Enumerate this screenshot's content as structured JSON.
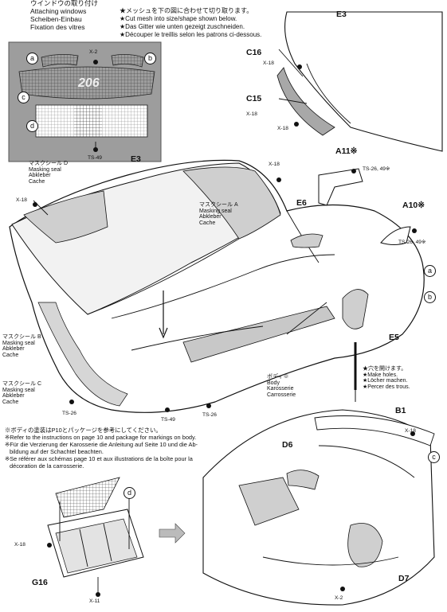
{
  "header": {
    "section_title_jp": "ウインドウの取り付け",
    "section_title_en": "Attaching windows",
    "section_title_de": "Scheiben-Einbau",
    "section_title_fr": "Fixation des vitres",
    "mesh_note_jp": "★メッシュを下の図に合わせて切り取ります。",
    "mesh_note_en": "★Cut mesh into size/shape shown below.",
    "mesh_note_de": "★Das Gitter wie unten gezeigt zuschneiden.",
    "mesh_note_fr": "★Découper le treillis selon les patrons ci-dessous."
  },
  "cutting_template": {
    "labels": [
      "a",
      "b",
      "c",
      "d"
    ],
    "glue": "X-2",
    "paint": "TS-49",
    "emblem_text": "206"
  },
  "body_diagram": {
    "part_e3": "E3",
    "glue_x18": "X-18",
    "mask_d": [
      "マスクシール D",
      "Masking seal",
      "Abkleber",
      "Cache"
    ],
    "mask_a": [
      "マスクシール A",
      "Masking seal",
      "Abkleber",
      "Cache"
    ],
    "mask_b": [
      "マスクシール B",
      "Masking seal",
      "Abkleber",
      "Cache"
    ],
    "mask_c": [
      "マスクシール C",
      "Masking seal",
      "Abkleber",
      "Cache"
    ],
    "ts26": "TS-26",
    "ts49": "TS-49",
    "body_label": [
      "ボディ※",
      "Body",
      "Karosserie",
      "Carrosserie"
    ],
    "holes_note": [
      "★穴を開けます。",
      "★Make holes.",
      "★Löcher machen.",
      "★Percer des trous."
    ],
    "part_e6": "E6",
    "part_e5": "E5",
    "part_a11": "A11※",
    "part_a10": "A10※",
    "paint_a11": "TS-26, 49※",
    "paint_a10": "TS-26, 49※",
    "callout_a": "a",
    "callout_b": "b"
  },
  "rear_window": {
    "part_e3": "E3",
    "part_c16": "C16",
    "part_c15": "C15",
    "glue": "X-18"
  },
  "footnote": {
    "line_jp": "※ボディの塗装はP10とパッケージを参考にしてください。",
    "line_en": "※Refer to the instructions on page 10 and package for markings on body.",
    "line_de1": "※Für die Verzierung der Karosserie die Anleitung auf Seite 10 und die Ab-",
    "line_de2": "bildung auf der Schachtel beachten.",
    "line_fr1": "※Se référer aux schémas page 10 et aux illustrations de la boîte pour la",
    "line_fr2": "décoration de la carrosserie."
  },
  "grille_diagram": {
    "callout": "d",
    "part": "G16",
    "glue_x18": "X-18",
    "glue_x11": "X-11"
  },
  "front_diagram": {
    "part_b1": "B1",
    "part_d6": "D6",
    "part_d7": "D7",
    "glue_x18": "X-18",
    "glue_x2": "X-2",
    "callout": "c"
  }
}
